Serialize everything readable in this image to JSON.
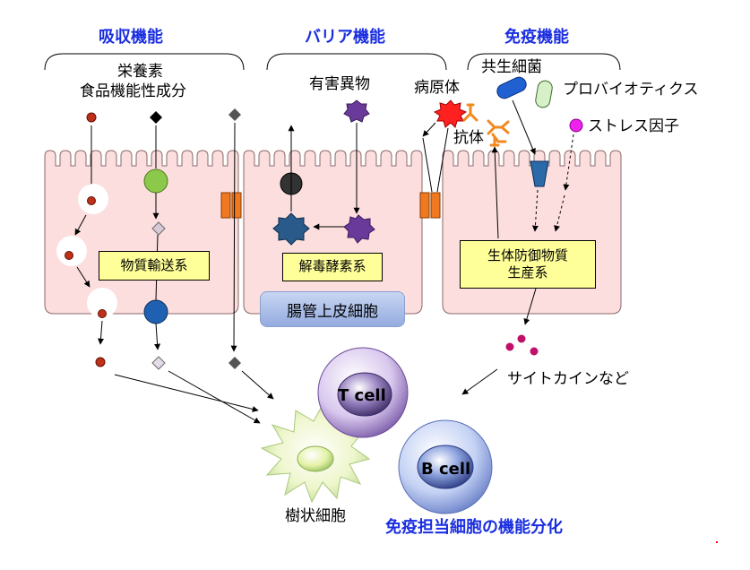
{
  "sections": {
    "absorption": "吸収機能",
    "barrier": "バリア機能",
    "immune": "免疫機能"
  },
  "labels": {
    "nutrients_line1": "栄養素",
    "nutrients_line2": "食品機能性成分",
    "harmful": "有害異物",
    "pathogen": "病原体",
    "antibody": "抗体",
    "commensal": "共生細菌",
    "probiotics": "プロバイオティクス",
    "stress": "ストレス因子",
    "cytokines": "サイトカインなど",
    "dendritic": "樹状細胞",
    "tcell": "T cell",
    "bcell": "B cell",
    "differentiation": "免疫担当細胞の機能分化"
  },
  "boxes": {
    "transport": "物質輸送系",
    "detox": "解毒酵素系",
    "defense_line1": "生体防御物質",
    "defense_line2": "生産系",
    "epithelium": "腸管上皮細胞"
  },
  "colors": {
    "section_title": "#1a2ee0",
    "cell_body": "#fcdede",
    "box_fill": "#ffff99",
    "tight_junction": "#f07820",
    "pathogen": "#ff2020",
    "antibody": "#f08a20",
    "toxin": "#6a3a9a",
    "detox_product": "#2a5a8a",
    "nutrient_red": "#c03018",
    "green": "#8cc84a",
    "blue": "#2060b0",
    "cytokine": "#c0106a",
    "stress": "#ee22ee"
  },
  "icons": [
    "dendritic-cell-icon",
    "t-cell-icon",
    "b-cell-icon",
    "tight-junction-icon"
  ]
}
